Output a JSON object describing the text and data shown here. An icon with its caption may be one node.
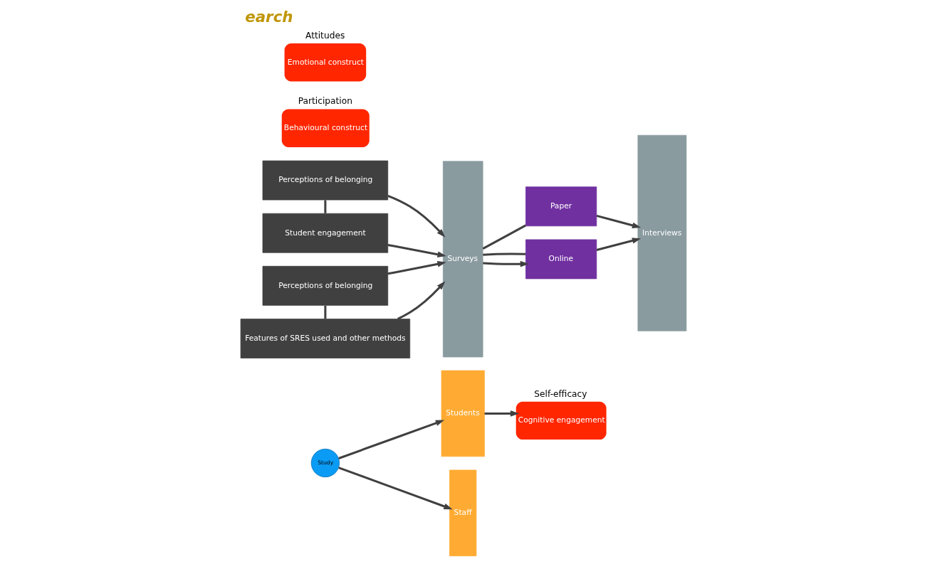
{
  "diagram": {
    "title": "earch",
    "nodes": [
      {
        "text": [
          "Study"
        ]
      },
      {
        "text": [
          "Students"
        ]
      },
      {
        "text": [
          "Perceptions of belonging"
        ]
      },
      {
        "text": [
          "Student engagement"
        ]
      },
      {
        "text": [
          "Staff"
        ]
      },
      {
        "text": [
          "Perceptions of belonging"
        ]
      },
      {
        "text": [
          "Features of SRES used and other methods"
        ]
      },
      {
        "text": [
          "Surveys"
        ]
      },
      {
        "text": [
          "Paper"
        ]
      },
      {
        "text": [
          "Online"
        ]
      },
      {
        "text": [
          "Interviews"
        ]
      },
      {
        "text": [
          "Self-efficacy",
          "Cognitive engagement"
        ]
      },
      {
        "text": [
          "Participation",
          "Behavioural construct"
        ]
      },
      {
        "text": [
          "Attitudes",
          "Emotional construct"
        ]
      }
    ],
    "edges": [
      {
        "from": 0,
        "to": 1,
        "arrow": "to"
      },
      {
        "from": 0,
        "to": 4,
        "arrow": "to"
      },
      {
        "from": 1,
        "to": 11,
        "arrow": "to"
      },
      {
        "from": 2,
        "to": 3,
        "arrow": "none"
      },
      {
        "from": 5,
        "to": 6,
        "arrow": "none"
      },
      {
        "from": 2,
        "to": 7,
        "arrow": "to"
      },
      {
        "from": 3,
        "to": 7,
        "arrow": "to"
      },
      {
        "from": 5,
        "to": 7,
        "arrow": "to"
      },
      {
        "from": 6,
        "to": 7,
        "arrow": "to"
      },
      {
        "from": 7,
        "to": 8,
        "arrow": "none"
      },
      {
        "from": 7,
        "to": 9,
        "arrow": "to"
      },
      {
        "from": 7,
        "to": 9,
        "arrow": "none"
      },
      {
        "from": 8,
        "to": 10,
        "arrow": "to"
      },
      {
        "from": 9,
        "to": 10,
        "arrow": "to"
      }
    ]
  }
}
